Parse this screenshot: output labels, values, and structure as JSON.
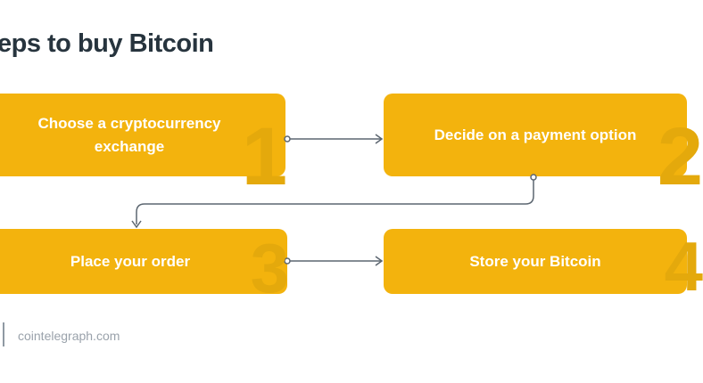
{
  "title": {
    "text": "eps to buy Bitcoin"
  },
  "steps": [
    {
      "number": "1",
      "label": "Choose a cryptocurrency\nexchange"
    },
    {
      "number": "2",
      "label": "Decide on a payment option"
    },
    {
      "number": "3",
      "label": "Place your order"
    },
    {
      "number": "4",
      "label": "Store your Bitcoin"
    }
  ],
  "footer": {
    "text": "cointelegraph.com"
  },
  "colors": {
    "box": "#F3B30D",
    "number": "#E4A90C",
    "arrow": "#5C6670",
    "title": "#27343E",
    "footer_bar": "#8F99A3",
    "footer_text": "#9AA2AB"
  }
}
